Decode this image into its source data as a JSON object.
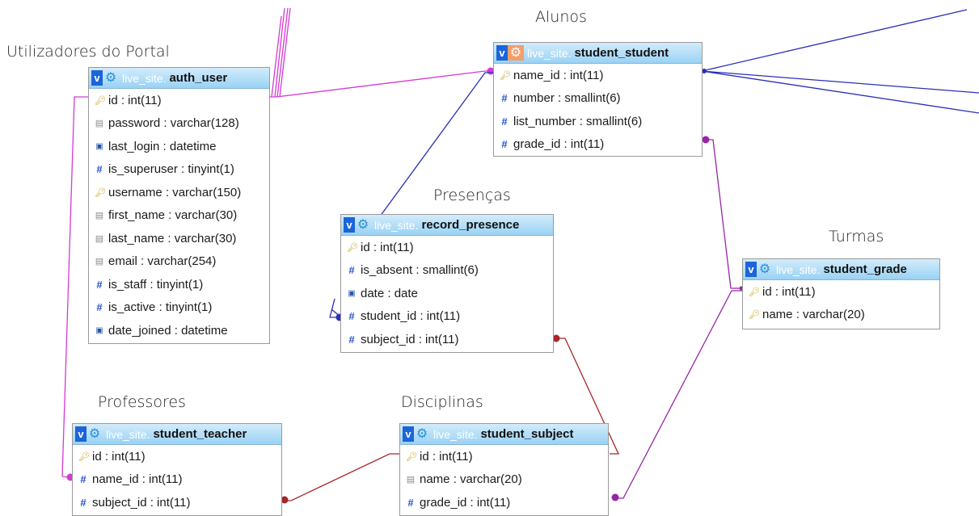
{
  "colors": {
    "link_magenta": "#d43ad4",
    "link_blue": "#2b2fb6",
    "link_purple": "#9626a6",
    "link_darkred": "#a4272a",
    "header_gradient_top": "#d3ecfb",
    "header_gradient_bottom": "#99d2f4",
    "toggle_blue": "#1c64d9"
  },
  "captions": {
    "auth_user": "Utilizadores do Portal",
    "student_student": "Alunos",
    "record_presence": "Presenças",
    "student_grade": "Turmas",
    "student_teacher": "Professores",
    "student_subject": "Disciplinas"
  },
  "tables": {
    "auth_user": {
      "toggle": "v",
      "db": "live_site.",
      "name": "auth_user",
      "columns": [
        {
          "icon": "key-icon",
          "text": "id : int(11)"
        },
        {
          "icon": "text-icon",
          "text": "password : varchar(128)"
        },
        {
          "icon": "calendar-icon",
          "text": "last_login : datetime"
        },
        {
          "icon": "hash-icon",
          "text": "is_superuser : tinyint(1)"
        },
        {
          "icon": "key-icon",
          "text": "username : varchar(150)"
        },
        {
          "icon": "text-icon",
          "text": "first_name : varchar(30)"
        },
        {
          "icon": "text-icon",
          "text": "last_name : varchar(30)"
        },
        {
          "icon": "text-icon",
          "text": "email : varchar(254)"
        },
        {
          "icon": "hash-icon",
          "text": "is_staff : tinyint(1)"
        },
        {
          "icon": "hash-icon",
          "text": "is_active : tinyint(1)"
        },
        {
          "icon": "calendar-icon",
          "text": "date_joined : datetime"
        }
      ]
    },
    "student_student": {
      "toggle": "v",
      "db": "live_site.",
      "name": "student_student",
      "columns": [
        {
          "icon": "key-icon",
          "text": "name_id : int(11)"
        },
        {
          "icon": "hash-icon",
          "text": "number : smallint(6)"
        },
        {
          "icon": "hash-icon",
          "text": "list_number : smallint(6)"
        },
        {
          "icon": "hash-icon",
          "text": "grade_id : int(11)"
        }
      ]
    },
    "record_presence": {
      "toggle": "v",
      "db": "live_site.",
      "name": "record_presence",
      "columns": [
        {
          "icon": "key-icon",
          "text": "id : int(11)"
        },
        {
          "icon": "hash-icon",
          "text": "is_absent : smallint(6)"
        },
        {
          "icon": "calendar-icon",
          "text": "date : date"
        },
        {
          "icon": "hash-icon",
          "text": "student_id : int(11)"
        },
        {
          "icon": "hash-icon",
          "text": "subject_id : int(11)"
        }
      ]
    },
    "student_grade": {
      "toggle": "v",
      "db": "live_site.",
      "name": "student_grade",
      "columns": [
        {
          "icon": "key-icon",
          "text": "id : int(11)"
        },
        {
          "icon": "key-icon",
          "text": "name : varchar(20)"
        }
      ]
    },
    "student_teacher": {
      "toggle": "v",
      "db": "live_site.",
      "name": "student_teacher",
      "columns": [
        {
          "icon": "key-icon",
          "text": "id : int(11)"
        },
        {
          "icon": "hash-icon",
          "text": "name_id : int(11)"
        },
        {
          "icon": "hash-icon",
          "text": "subject_id : int(11)"
        }
      ]
    },
    "student_subject": {
      "toggle": "v",
      "db": "live_site.",
      "name": "student_subject",
      "columns": [
        {
          "icon": "key-icon",
          "text": "id : int(11)"
        },
        {
          "icon": "text-icon",
          "text": "name : varchar(20)"
        },
        {
          "icon": "hash-icon",
          "text": "grade_id : int(11)"
        }
      ]
    }
  }
}
